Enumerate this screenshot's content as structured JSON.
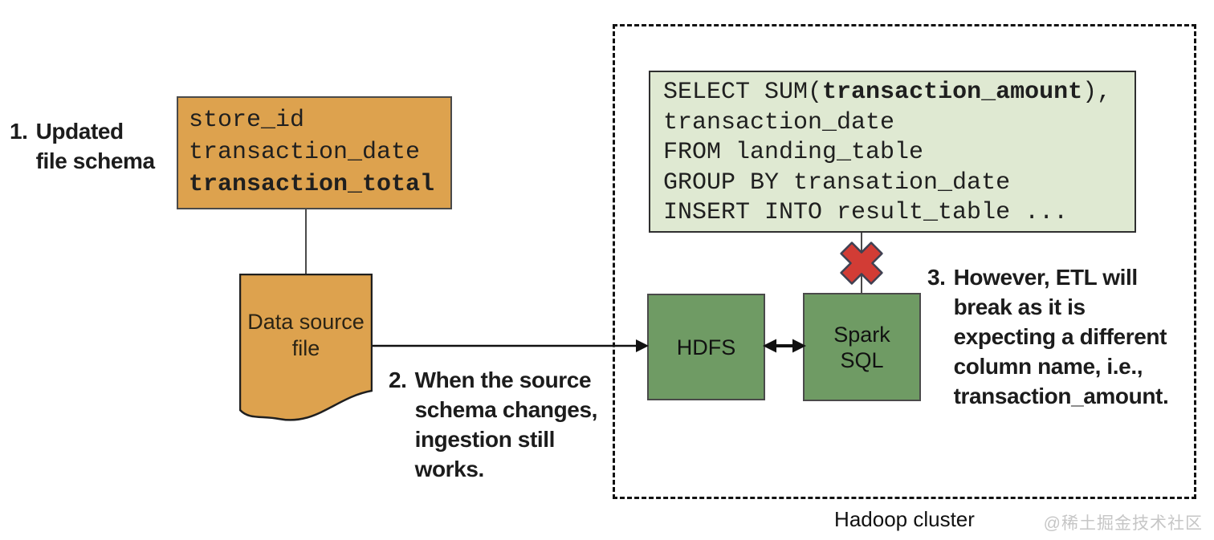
{
  "annotations": {
    "step1": {
      "number": "1.",
      "lines": [
        "Updated",
        "file schema"
      ]
    },
    "step2": {
      "number": "2.",
      "lines": [
        "When the source",
        "schema changes,",
        "ingestion still",
        "works."
      ]
    },
    "step3": {
      "number": "3.",
      "lines": [
        "However, ETL will",
        "break as it is",
        "expecting a different",
        "column name, i.e.,",
        "transaction_amount."
      ]
    }
  },
  "schema_box": {
    "field1": "store_id",
    "field2": "transaction_date",
    "field3_bold": "transaction_total"
  },
  "source_file": {
    "label_line1": "Data source",
    "label_line2": "file"
  },
  "sql_box": {
    "line1_pre": "SELECT SUM(",
    "line1_bold": "transaction_amount",
    "line1_post": "),",
    "line2": "transaction_date",
    "line3": "FROM landing_table",
    "line4": "GROUP BY transation_date",
    "line5": "INSERT INTO result_table ..."
  },
  "cluster": {
    "hdfs_label": "HDFS",
    "spark_label_line1": "Spark",
    "spark_label_line2": "SQL",
    "caption": "Hadoop cluster"
  },
  "watermark": "@稀土掘金技术社区",
  "colors": {
    "orange_fill": "#dda24e",
    "green_node_fill": "#6f9b64",
    "sql_box_fill": "#dfe9d2",
    "error_red": "#d23c35",
    "box_border": "#4a4a4a",
    "text": "#1a1a1a",
    "watermark_gray": "#c6c6c6"
  }
}
